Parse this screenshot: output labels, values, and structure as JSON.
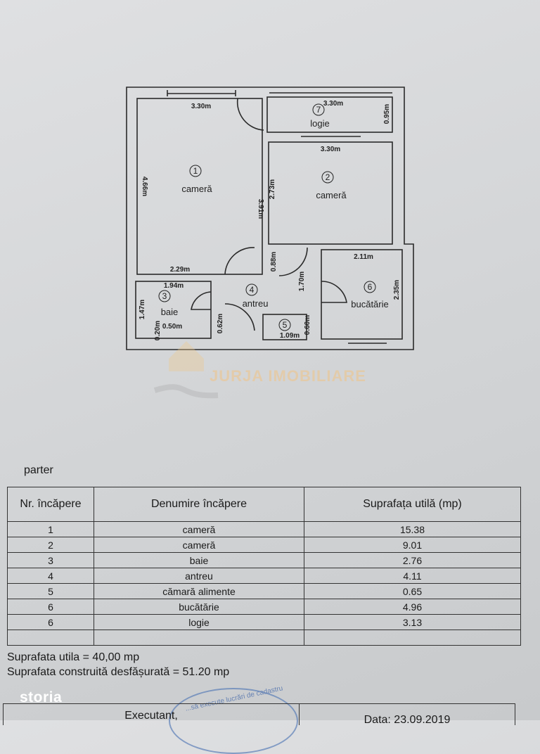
{
  "plan": {
    "rooms": [
      {
        "no": "1",
        "name": "cameră"
      },
      {
        "no": "2",
        "name": "cameră"
      },
      {
        "no": "3",
        "name": "baie"
      },
      {
        "no": "4",
        "name": "antreu"
      },
      {
        "no": "5",
        "name": ""
      },
      {
        "no": "6",
        "name": "bucătărie"
      },
      {
        "no": "7",
        "name": "logie"
      }
    ],
    "dims": {
      "r1_top": "3.30m",
      "r1_left": "4.66m",
      "r1_bottom": "2.29m",
      "r1_right": "3.91m",
      "r7_top": "3.30m",
      "r7_right": "0.95m",
      "r2_top": "3.30m",
      "r2_left": "2.73m",
      "r3_top": "1.94m",
      "r3_left": "1.47m",
      "r3_bottom": "0.50m",
      "r3_small": "0.20m",
      "r3_right": "0.62m",
      "r4_a": "0.88m",
      "r4_b": "1.70m",
      "r5_bottom": "1.09m",
      "r5_right": "0.60m",
      "r6_top": "2.11m",
      "r6_right": "2.35m"
    }
  },
  "watermark": "JURJA IMOBILIARE",
  "floor_label": "parter",
  "table": {
    "headers": [
      "Nr. încăpere",
      "Denumire încăpere",
      "Suprafața utilă (mp)"
    ],
    "rows": [
      [
        "1",
        "cameră",
        "15.38"
      ],
      [
        "2",
        "cameră",
        "9.01"
      ],
      [
        "3",
        "baie",
        "2.76"
      ],
      [
        "4",
        "antreu",
        "4.11"
      ],
      [
        "5",
        "cămară alimente",
        "0.65"
      ],
      [
        "6",
        "bucătărie",
        "4.96"
      ],
      [
        "6",
        "logie",
        "3.13"
      ]
    ]
  },
  "summary": {
    "useful": "Suprafata utila = 40,00 mp",
    "built": "Suprafata construită desfășurată = 51.20 mp"
  },
  "brand": "storia",
  "footer": {
    "executant": "Executant,",
    "date": "Data: 23.09.2019",
    "stamp": "...să execute lucrări de cadastru"
  }
}
